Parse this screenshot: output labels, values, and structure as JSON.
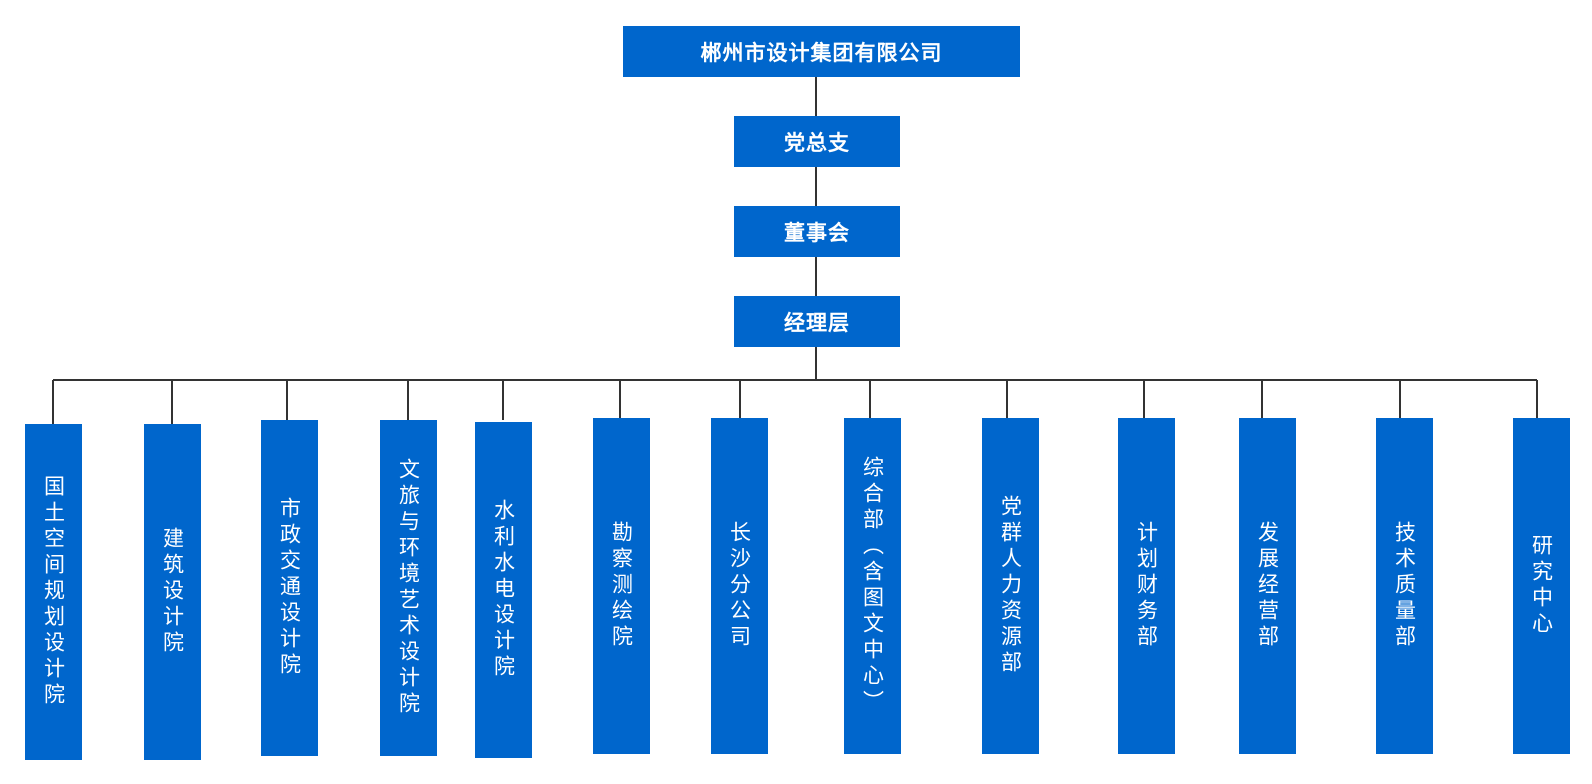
{
  "chain": [
    "郴州市设计集团有限公司",
    "党总支",
    "董事会",
    "经理层"
  ],
  "departments": [
    "国土空间规划设计院",
    "建筑设计院",
    "市政交通设计院",
    "文旅与环境艺术设计院",
    "水利水电设计院",
    "勘察测绘院",
    "长沙分公司",
    "综合部（含图文中心）",
    "党群人力资源部",
    "计划财务部",
    "发展经营部",
    "技术质量部",
    "研究中心"
  ],
  "colors": {
    "box": "#0066CC",
    "line": "#333333"
  }
}
